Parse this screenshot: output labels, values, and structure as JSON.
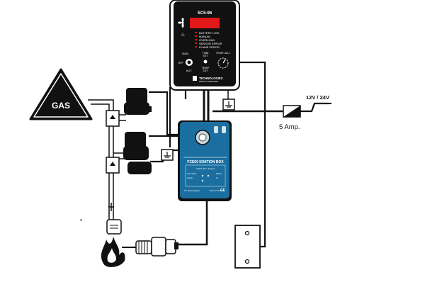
{
  "controller": {
    "model": "SC5-96",
    "indicators": [
      "BATTERY LOW",
      "MANUAL",
      "OVERLOAD",
      "SENSOR ERROR",
      "FLAME ERROR"
    ],
    "labels": {
      "man": "MAN.",
      "off": "OFF",
      "aut": "AUT.",
      "time_set_1": "TIME",
      "time_set_2": "SET",
      "temp_adj": "TEMP. ADJ.",
      "temp_set_1": "TEMP.",
      "temp_set_2": "SET"
    },
    "brand": "TECHNOLOGIES",
    "brand_sub": "PRODUCT INNOVATION"
  },
  "gas_sign": {
    "label": "GAS"
  },
  "ignition_box": {
    "title": "FCE60 IGNITION BOX",
    "lines": [
      "12/24V D.C. System",
      "Gas Valve",
      "Spark",
      "Flame",
      "Lo"
    ],
    "brand": "TF Technologies",
    "part_no": "P/N: D.91.005"
  },
  "power": {
    "voltage": "12V / 24V",
    "fuse": "5 Amp."
  },
  "colors": {
    "ignition_box_blue": "#1a6fa0",
    "controller_black": "#111111",
    "display_red": "#e01818",
    "indicator_red": "#d01010"
  }
}
